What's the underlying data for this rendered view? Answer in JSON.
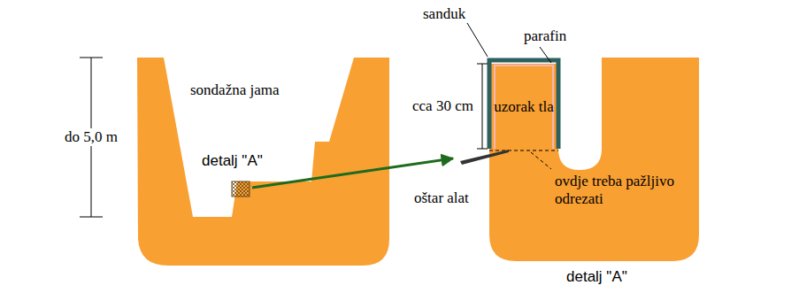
{
  "diagram": {
    "nodes": [
      {
        "text": [
          "uzorak tla"
        ]
      }
    ],
    "labels": [
      "do 5,0 m",
      "sondažna jama",
      "detalj \"A\"",
      "sanduk",
      "parafin",
      "cca 30 cm",
      "oštar alat",
      "ovdje treba pažljivo odrezati",
      "detalj \"A\""
    ]
  }
}
